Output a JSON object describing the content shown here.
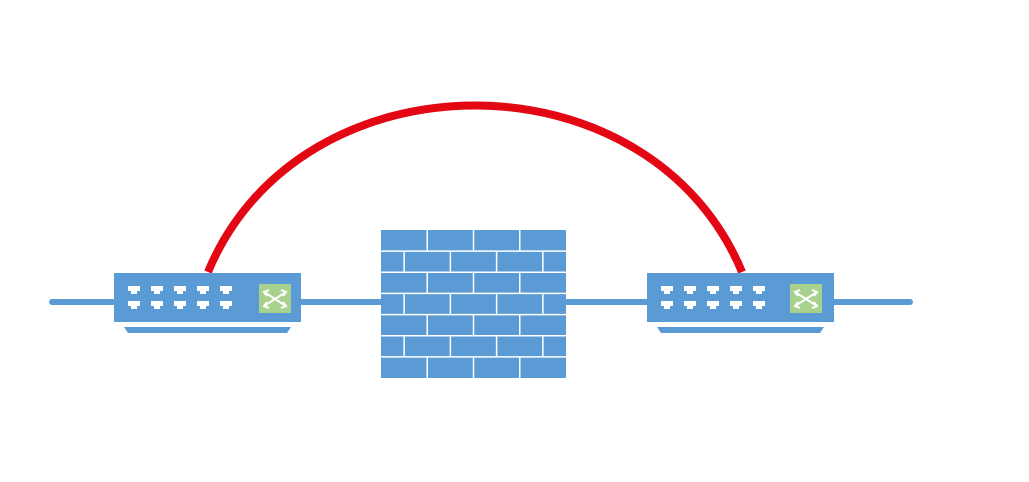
{
  "diagram": {
    "colors": {
      "device": "#5b9bd5",
      "device_dark": "#4a8bc8",
      "link": "#5b9bd5",
      "bypass": "#e30613",
      "switch_emblem": "#a9d18e",
      "port": "#ffffff",
      "mortar": "#ffffff"
    },
    "nodes": [
      {
        "id": "switch-left",
        "kind": "network-switch",
        "icon": "switch-icon"
      },
      {
        "id": "firewall",
        "kind": "firewall",
        "icon": "brick-wall-icon"
      },
      {
        "id": "switch-right",
        "kind": "network-switch",
        "icon": "switch-icon"
      }
    ],
    "edges": [
      {
        "from": "external-left",
        "to": "switch-left",
        "style": "blue-line"
      },
      {
        "from": "switch-left",
        "to": "firewall",
        "style": "blue-line"
      },
      {
        "from": "firewall",
        "to": "switch-right",
        "style": "blue-line"
      },
      {
        "from": "switch-right",
        "to": "external-right",
        "style": "blue-line"
      },
      {
        "from": "switch-left",
        "to": "switch-right",
        "style": "red-arc"
      }
    ]
  }
}
